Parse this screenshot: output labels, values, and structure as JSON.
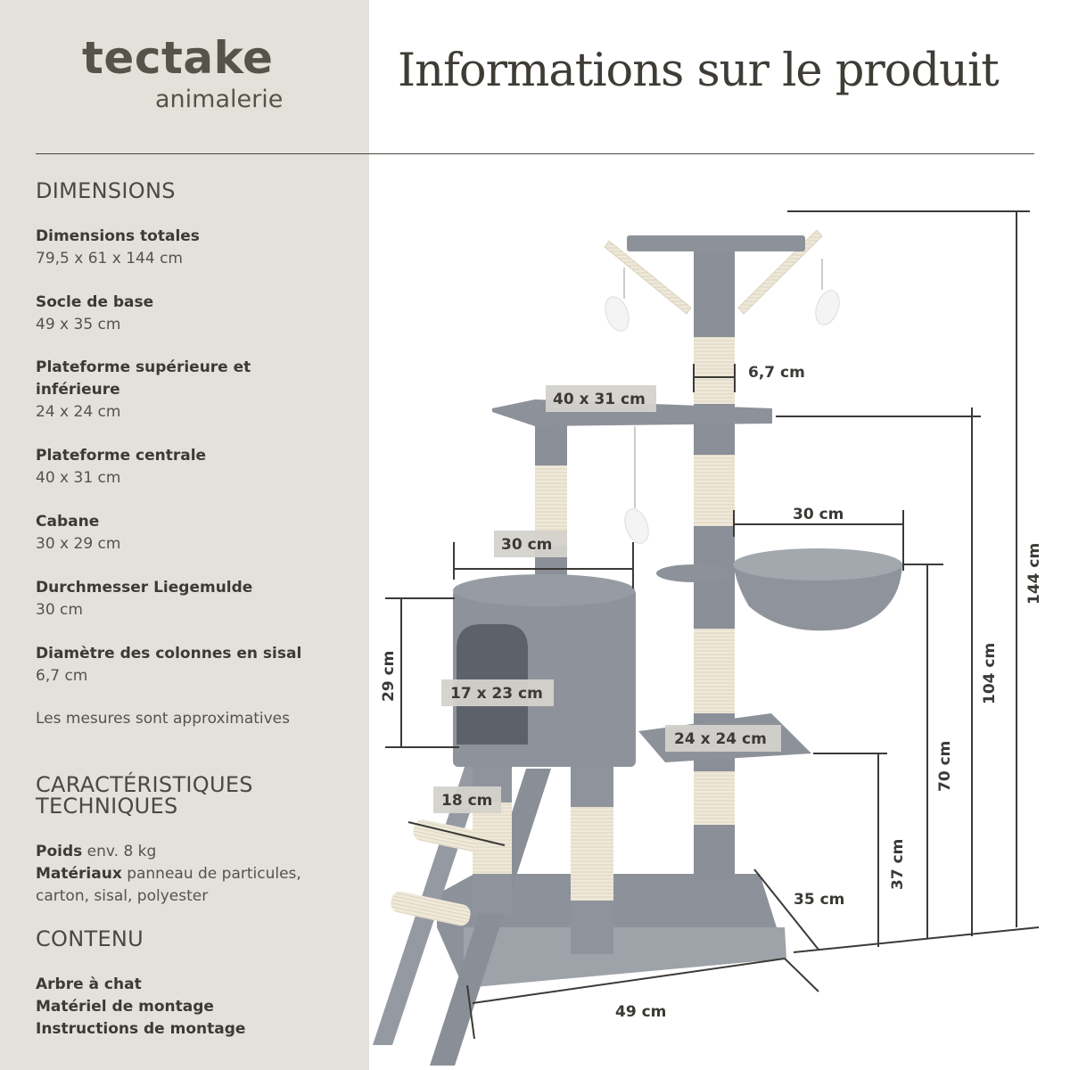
{
  "brand": {
    "name": "tectake",
    "tagline": "animalerie"
  },
  "page_title": "Informations sur le produit",
  "dimensions": {
    "title": "DIMENSIONS",
    "items": [
      {
        "label": "Dimensions totales",
        "value": "79,5 x 61 x 144 cm"
      },
      {
        "label": "Socle de base",
        "value": "49 x 35 cm"
      },
      {
        "label": "Plateforme supérieure et inférieure",
        "value": "24 x 24 cm"
      },
      {
        "label": "Plateforme centrale",
        "value": "40 x 31 cm"
      },
      {
        "label": "Cabane",
        "value": "30 x 29 cm"
      },
      {
        "label": "Durchmesser Liegemulde",
        "value": "30 cm"
      },
      {
        "label": "Diamètre des colonnes en sisal",
        "value": "6,7 cm"
      }
    ],
    "note": "Les mesures sont approximatives"
  },
  "tech": {
    "title": "CARACTÉRISTIQUES TECHNIQUES",
    "weight_label": "Poids",
    "weight_value": "env. 8 kg",
    "materials_label": "Matériaux",
    "materials_value": "panneau de particules, carton, sisal, polyester"
  },
  "contents": {
    "title": "CONTENU",
    "items": [
      "Arbre à chat",
      "Matériel de montage",
      "Instructions de montage"
    ]
  },
  "diagram_labels": {
    "column_diameter": "6,7 cm",
    "center_platform": "40 x 31 cm",
    "bed_diameter": "30 cm",
    "house_width": "30 cm",
    "house_height": "29 cm",
    "house_opening": "17 x 23 cm",
    "lower_platform": "24 x 24 cm",
    "ladder_width": "18 cm",
    "base_depth": "35 cm",
    "base_width": "49 cm",
    "height_lower_platform": "37 cm",
    "height_bed": "70 cm",
    "height_center": "104 cm",
    "height_total": "144 cm"
  },
  "colors": {
    "sidebar_bg": "#e3e1da",
    "plush_gray": "#8f949c",
    "sisal": "#efe9da",
    "label_bg": "#d4d2cc",
    "text_dark": "#3b3a36"
  }
}
